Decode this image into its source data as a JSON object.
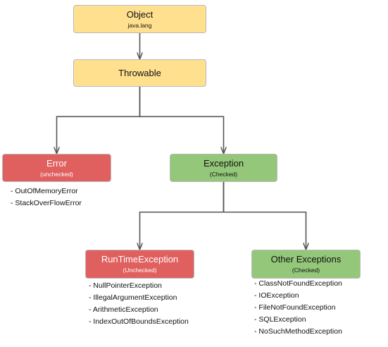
{
  "nodes": {
    "object": {
      "title": "Object",
      "subtitle": "java.lang",
      "color": "#ffe08f"
    },
    "throwable": {
      "title": "Throwable",
      "color": "#ffe08f"
    },
    "error": {
      "title": "Error",
      "subtitle": "(unchecked)",
      "color": "#e0605f"
    },
    "exception": {
      "title": "Exception",
      "subtitle": "(Checked)",
      "color": "#94c779"
    },
    "runtime": {
      "title": "RunTimeException",
      "subtitle": "(Unchecked)",
      "color": "#e0605f"
    },
    "other": {
      "title": "Other Exceptions",
      "subtitle": "(Checked)",
      "color": "#94c779"
    }
  },
  "lists": {
    "error": [
      "- OutOfMemoryError",
      "- StackOverFlowError"
    ],
    "runtime": [
      "- NullPointerException",
      "- IllegalArgumentException",
      "- ArithmeticException",
      "- IndexOutOfBoundsException"
    ],
    "other": [
      "- ClassNotFoundException",
      "- IOException",
      "- FileNotFoundException",
      "- SQLException",
      "- NoSuchMethodException"
    ]
  },
  "edges": [
    {
      "from": "object",
      "to": "throwable"
    },
    {
      "from": "throwable",
      "to": "error"
    },
    {
      "from": "throwable",
      "to": "exception"
    },
    {
      "from": "exception",
      "to": "runtime"
    },
    {
      "from": "exception",
      "to": "other"
    }
  ],
  "connector_color": "#555555"
}
